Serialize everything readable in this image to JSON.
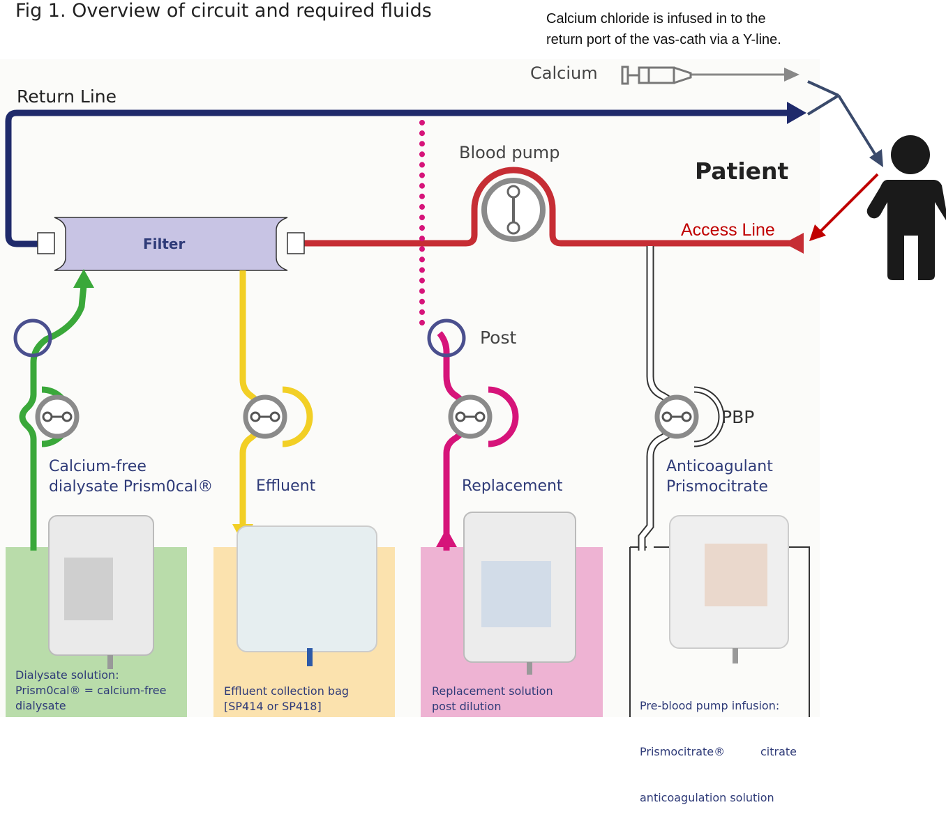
{
  "title": "Fig 1. Overview of circuit and required fluids",
  "note": {
    "line1": "Calcium chloride is infused in to the",
    "line2": "return port of the vas-cath via a Y-line."
  },
  "labels": {
    "return_line": "Return Line",
    "calcium": "Calcium",
    "blood_pump": "Blood pump",
    "patient": "Patient",
    "access_line": "Access Line",
    "filter": "Filter",
    "post": "Post",
    "pbp": "PBP"
  },
  "lines": {
    "dialysate": {
      "line1": "Calcium-free",
      "line2": "dialysate Prism0cal®"
    },
    "effluent": "Effluent",
    "replacement": "Replacement",
    "anticoag": {
      "line1": "Anticoagulant",
      "line2": "Prismocitrate"
    }
  },
  "bags": {
    "dialysate": {
      "line1": "Dialysate solution:",
      "line2": "Prism0cal® = calcium-free",
      "line3": "dialysate"
    },
    "effluent": {
      "line1": "Effluent collection bag",
      "line2": "[SP414 or SP418]"
    },
    "replacement": {
      "line1": "Replacement solution",
      "line2": "post dilution"
    },
    "anticoag": {
      "line1": "Pre-blood pump infusion:",
      "line2": "Prismocitrate®          citrate",
      "line3": "anticoagulation solution"
    }
  },
  "colors": {
    "return": "#1f2a6b",
    "access": "#c62d34",
    "dialysate": "#3aa83a",
    "effluent": "#f2cf25",
    "replacement": "#d6147a",
    "anticoag": "#ffffff",
    "filter": "#c8c4e4"
  },
  "icons": [
    "syringe-icon",
    "person-icon",
    "pump-icon",
    "arrow-icon"
  ]
}
